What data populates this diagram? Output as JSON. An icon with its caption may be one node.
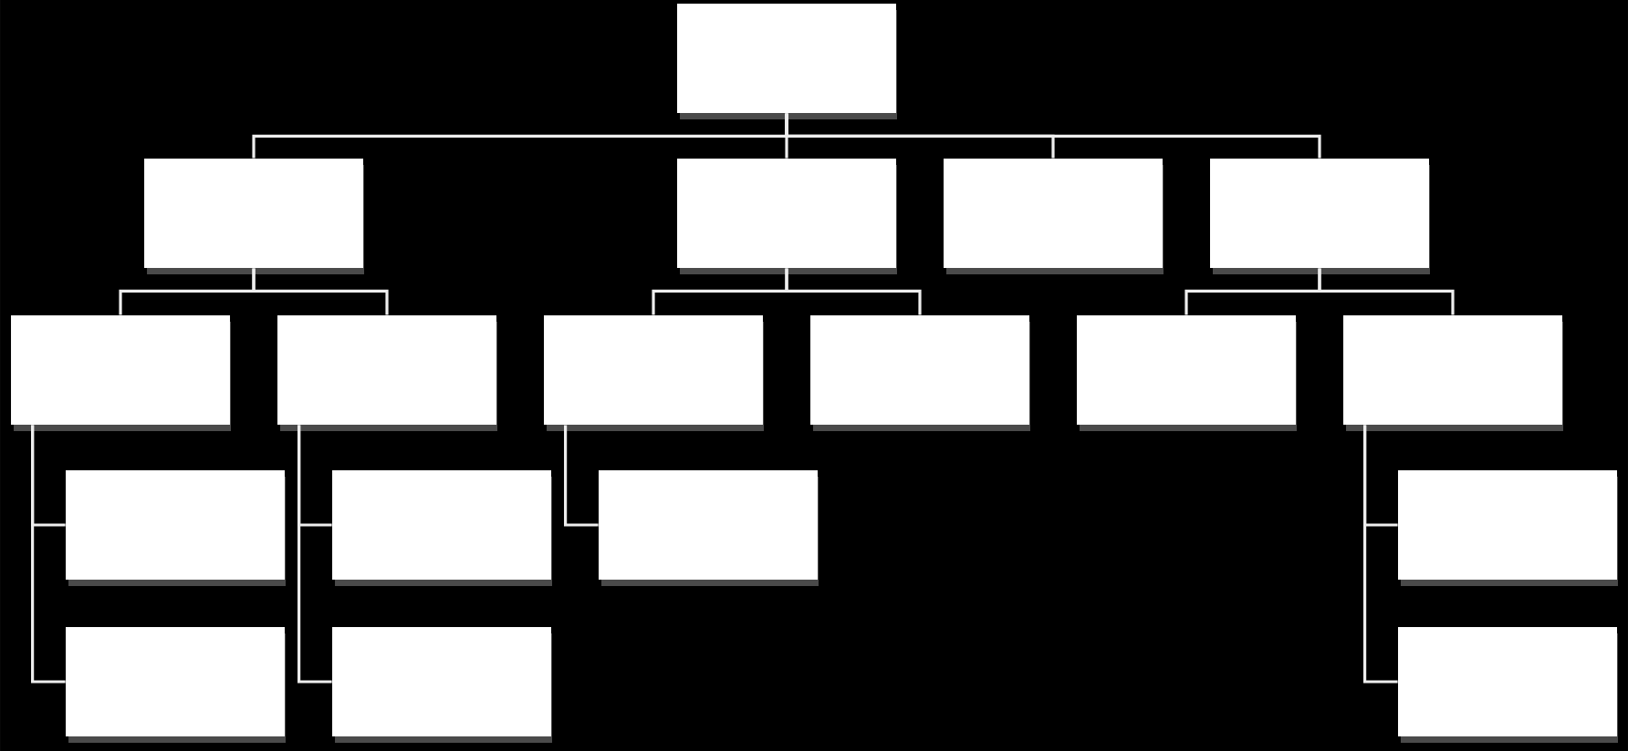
{
  "diagram": {
    "nodes": [
      {
        "text": [],
        "shape": "box"
      },
      {
        "text": [],
        "shape": "box"
      },
      {
        "text": [],
        "shape": "box"
      },
      {
        "text": [],
        "shape": "box"
      },
      {
        "text": [],
        "shape": "box"
      },
      {
        "text": [],
        "shape": "box"
      },
      {
        "text": [],
        "shape": "box"
      },
      {
        "text": [],
        "shape": "box"
      },
      {
        "text": [],
        "shape": "box"
      },
      {
        "text": [],
        "shape": "box"
      },
      {
        "text": [],
        "shape": "box"
      },
      {
        "text": [],
        "shape": "box"
      },
      {
        "text": [],
        "shape": "box"
      },
      {
        "text": [],
        "shape": "box"
      },
      {
        "text": [],
        "shape": "box"
      },
      {
        "text": [],
        "shape": "box"
      },
      {
        "text": [],
        "shape": "box"
      },
      {
        "text": [],
        "shape": "box"
      }
    ],
    "edges": [
      {
        "from": 0,
        "to": 1,
        "arrow": "none"
      },
      {
        "from": 0,
        "to": 2,
        "arrow": "none"
      },
      {
        "from": 0,
        "to": 3,
        "arrow": "none"
      },
      {
        "from": 0,
        "to": 4,
        "arrow": "none"
      },
      {
        "from": 1,
        "to": 5,
        "arrow": "none"
      },
      {
        "from": 1,
        "to": 6,
        "arrow": "none"
      },
      {
        "from": 2,
        "to": 7,
        "arrow": "none"
      },
      {
        "from": 2,
        "to": 8,
        "arrow": "none"
      },
      {
        "from": 4,
        "to": 9,
        "arrow": "none"
      },
      {
        "from": 4,
        "to": 10,
        "arrow": "none"
      },
      {
        "from": 5,
        "to": 11,
        "arrow": "none"
      },
      {
        "from": 5,
        "to": 15,
        "arrow": "none"
      },
      {
        "from": 6,
        "to": 12,
        "arrow": "none"
      },
      {
        "from": 6,
        "to": 16,
        "arrow": "none"
      },
      {
        "from": 7,
        "to": 13,
        "arrow": "none"
      },
      {
        "from": 10,
        "to": 14,
        "arrow": "none"
      },
      {
        "from": 10,
        "to": 17,
        "arrow": "none"
      }
    ]
  }
}
